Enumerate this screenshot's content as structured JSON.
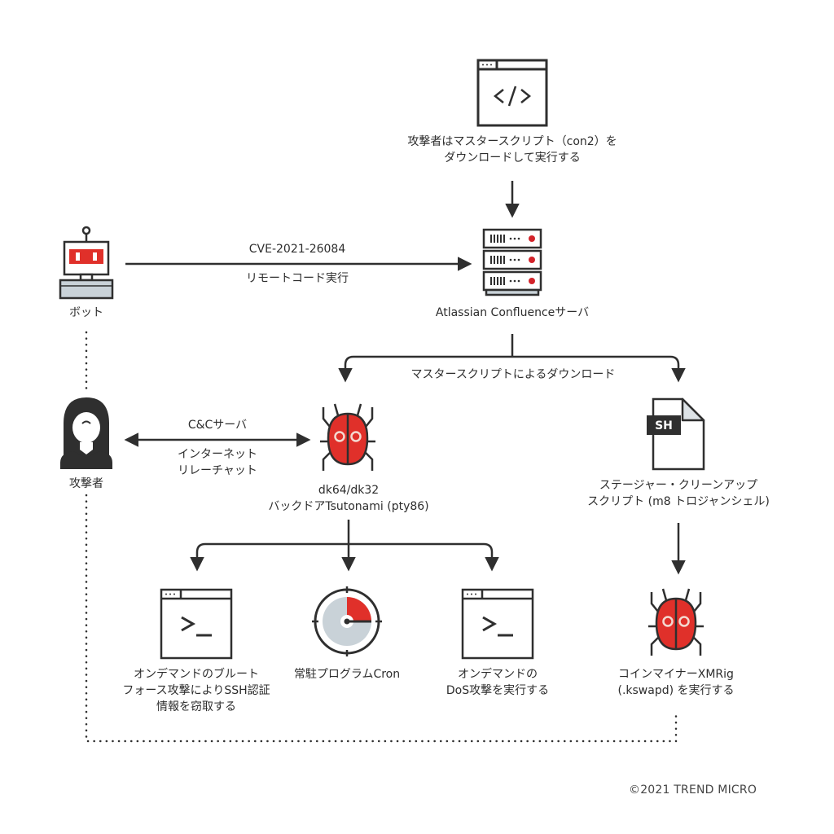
{
  "title": "Tsunami / XMRig attack chain via CVE-2021-26084",
  "colors": {
    "stroke": "#2f2f2f",
    "accent_red": "#e0302a",
    "light_gray": "#c9d2d8",
    "background": "#ffffff"
  },
  "nodes": {
    "master_script": {
      "icon": "code-window-icon",
      "lines": [
        "攻撃者はマスタースクリプト（con2）を",
        "ダウンロードして実行する"
      ]
    },
    "bot": {
      "icon": "robot-icon",
      "label": "ボット"
    },
    "confluence": {
      "icon": "server-rack-icon",
      "label": "Atlassian Confluenceサーバ"
    },
    "attacker": {
      "icon": "hooded-attacker-icon",
      "label": "攻撃者"
    },
    "backdoor": {
      "icon": "bug-icon",
      "lines": [
        "dk64/dk32",
        "バックドアTsutonami (pty86)"
      ]
    },
    "stager": {
      "icon": "sh-file-icon",
      "file_badge": "SH",
      "lines": [
        "ステージャー・クリーンアップ",
        "スクリプト (m8 トロジャンシェル)"
      ]
    },
    "bruteforce": {
      "icon": "terminal-window-icon",
      "lines": [
        "オンデマンドのブルート",
        "フォース攻撃によりSSH認証",
        "情報を窃取する"
      ]
    },
    "cron": {
      "icon": "timer-icon",
      "label": "常駐プログラムCron"
    },
    "dos": {
      "icon": "terminal-window-icon",
      "lines": [
        "オンデマンドの",
        "DoS攻撃を実行する"
      ]
    },
    "miner": {
      "icon": "bug-icon",
      "lines": [
        "コインマイナーXMRig",
        "(.kswapd) を実行する"
      ]
    }
  },
  "edges": {
    "exploit": {
      "top": "CVE-2021-26084",
      "bottom": "リモートコード実行"
    },
    "download_branch": {
      "label": "マスタースクリプトによるダウンロード"
    },
    "cnc": {
      "top": "C&Cサーバ",
      "bottom_lines": [
        "インターネット",
        "リレーチャット"
      ]
    }
  },
  "footer": {
    "copyright": "©2021 TREND MICRO"
  }
}
